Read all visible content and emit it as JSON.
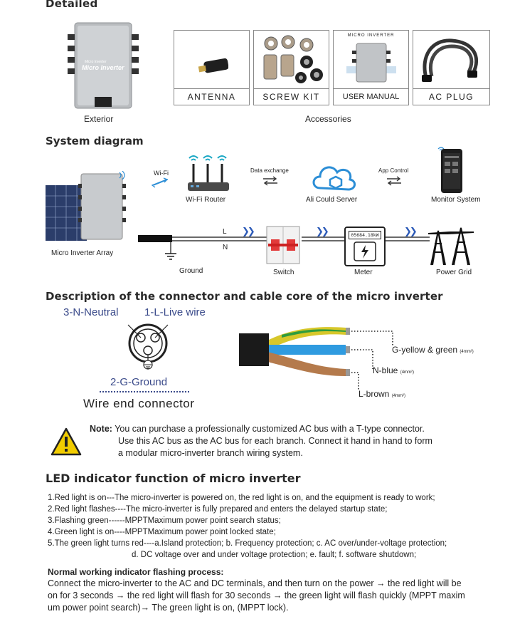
{
  "sections": {
    "detailed": "Detailed",
    "system_diagram": "System diagram",
    "connector_desc": "Description of the connector and cable core of the micro inverter",
    "led": "LED indicator function of micro inverter"
  },
  "detailed": {
    "exterior_label": "Exterior",
    "accessories_label": "Accessories",
    "inverter_brand_small": "Micro Inverter",
    "inverter_brand_big": "Micro Inverter",
    "items": [
      {
        "label": "ANTENNA"
      },
      {
        "label": "SCREW KIT"
      },
      {
        "label": "USER MANUAL",
        "header": "MICRO INVERTER"
      },
      {
        "label": "AC PLUG"
      }
    ]
  },
  "system": {
    "wifi": "Wi-Fi",
    "wifi_router": "Wi-Fi Router",
    "data_exchange": "Data exchange",
    "server": "Ali Could Server",
    "app_control": "App Control",
    "monitor": "Monitor System",
    "array": "Micro Inverter Array",
    "L": "L",
    "N": "N",
    "ground": "Ground",
    "switch": "Switch",
    "meter": "Meter",
    "meter_reading": "05684.18kW",
    "grid": "Power Grid"
  },
  "connector": {
    "neutral": "3-N-Neutral",
    "live": "1-L-Live wire",
    "ground": "2-G-Ground",
    "wire_end": "Wire end connector",
    "g_label": "G-yellow & green",
    "g_size": "(4mm²)",
    "n_label": "N-blue",
    "n_size": "(4mm²)",
    "l_label": "L-brown",
    "l_size": "(4mm²)"
  },
  "note": {
    "label": "Note:",
    "line1": "You can purchase a professionally customized AC bus with a T-type connector.",
    "line2": "Use this AC bus as the AC bus for each branch. Connect it hand in hand to form",
    "line3": "a modular micro-inverter branch wiring system."
  },
  "led": {
    "items": [
      "1.Red light is on---The micro-inverter is powered on, the red light is on, and the equipment is ready to work;",
      "2.Red light flashes----The micro-inverter is fully prepared and enters the delayed startup state;",
      "3.Flashing green------MPPTMaximum power point search status;",
      "4.Green light is on----MPPTMaximum power point locked state;",
      "5.The green light turns red----a.Island protection; b. Frequency protection; c. AC over/under-voltage protection;"
    ],
    "item5_cont": "d. DC voltage over and under voltage protection; e. fault; f. software shutdown;",
    "normal_title": "Normal working indicator flashing process:",
    "normal_l1": "Connect the micro-inverter to the AC and DC terminals, and then turn on the power → the red light will be",
    "normal_l2": "on for 3 seconds → the red light will flash for 30 seconds → the green light will flash quickly (MPPT maxim",
    "normal_l3": "um power point search)→ The green light is on, (MPPT lock)."
  },
  "colors": {
    "title": "#2a2a2a",
    "connector_blue": "#3a4a8a",
    "arrow_blue": "#2c5ab8",
    "wire_yellow": "#d7c72a",
    "wire_green": "#2e9c3e",
    "wire_blue": "#2f9be0",
    "wire_brown": "#b47a4c",
    "breaker_red": "#e23b3b",
    "warning_yellow": "#f1cc00"
  }
}
